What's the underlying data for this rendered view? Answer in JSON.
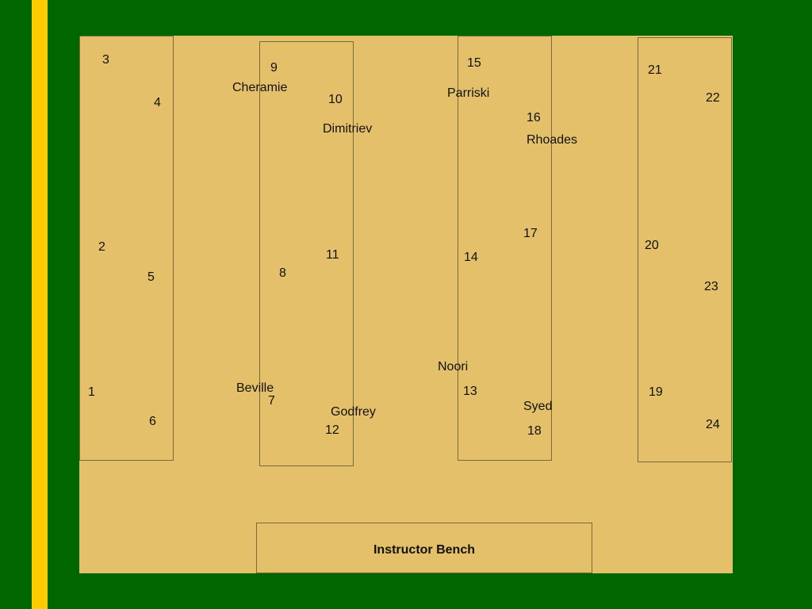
{
  "station_numbers": {
    "s1": "1",
    "s2": "2",
    "s3": "3",
    "s4": "4",
    "s5": "5",
    "s6": "6",
    "s7": "7",
    "s8": "8",
    "s9": "9",
    "s10": "10",
    "s11": "11",
    "s12": "12",
    "s13": "13",
    "s14": "14",
    "s15": "15",
    "s16": "16",
    "s17": "17",
    "s18": "18",
    "s19": "19",
    "s20": "20",
    "s21": "21",
    "s22": "22",
    "s23": "23",
    "s24": "24"
  },
  "names": {
    "cheramie": "Cheramie",
    "dimitriev": "Dimitriev",
    "parriski": "Parriski",
    "rhoades": "Rhoades",
    "noori": "Noori",
    "beville": "Beville",
    "godfrey": "Godfrey",
    "syed": "Syed"
  },
  "instructor_bench": "Instructor Bench",
  "colors": {
    "background": "#006600",
    "stripe": "#FFCC00",
    "room": "#E4C06B",
    "border": "#7A6A3A"
  }
}
